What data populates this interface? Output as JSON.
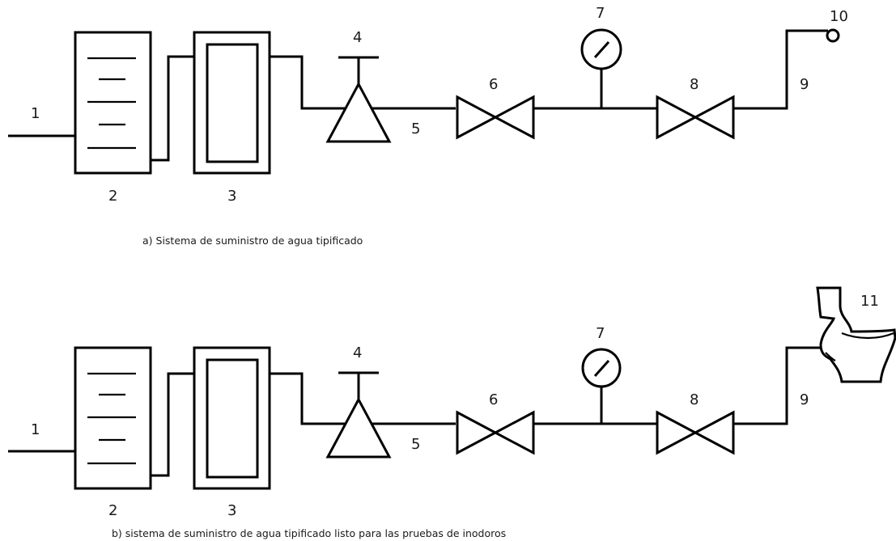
{
  "diagram_a": {
    "caption": "a) Sistema de suministro de agua tipificado",
    "labels": {
      "l1": "1",
      "l2": "2",
      "l3": "3",
      "l4": "4",
      "l5": "5",
      "l6": "6",
      "l7": "7",
      "l8": "8",
      "l9": "9",
      "l10": "10"
    }
  },
  "diagram_b": {
    "caption": "b) sistema de suministro de agua  tipificado listo para las pruebas de inodoros",
    "labels": {
      "l1": "1",
      "l2": "2",
      "l3": "3",
      "l4": "4",
      "l5": "5",
      "l6": "6",
      "l7": "7",
      "l8": "8",
      "l9": "9",
      "l11": "11"
    }
  }
}
